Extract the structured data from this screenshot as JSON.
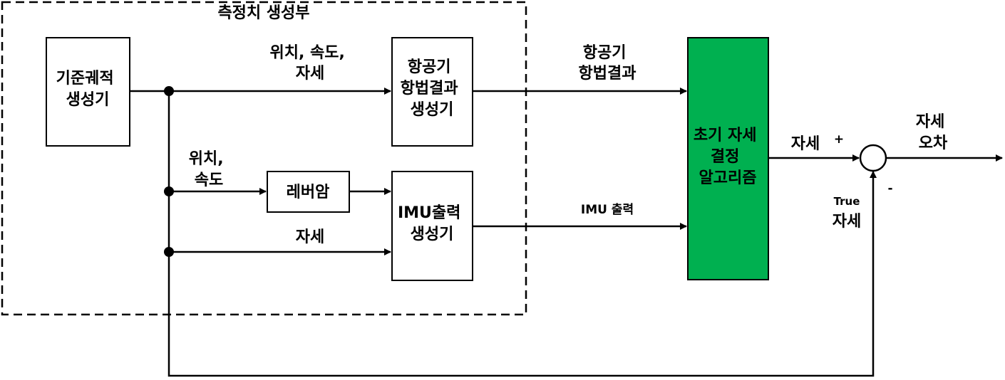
{
  "group_title": "측정치 생성부",
  "blocks": {
    "reference_generator": [
      "기준궤적",
      "생성기"
    ],
    "aircraft_nav_generator": [
      "항공기",
      "항법결과",
      "생성기"
    ],
    "lever_arm": [
      "레버암"
    ],
    "imu_generator": [
      "IMU출력",
      "생성기"
    ],
    "initial_attitude": [
      "초기 자세",
      "결정",
      "알고리즘"
    ]
  },
  "signals": {
    "pos_vel_att": [
      "위치, 속도,",
      "자세"
    ],
    "pos_vel": [
      "위치,",
      "속도"
    ],
    "attitude": [
      "자세"
    ],
    "aircraft_nav_result": [
      "항공기",
      "항법결과"
    ],
    "imu_output": [
      "IMU 출력"
    ],
    "est_attitude": [
      "자세"
    ],
    "plus_sign": "+",
    "minus_sign": "-",
    "true_label": "True",
    "true_attitude": [
      "자세"
    ],
    "attitude_error": [
      "자세",
      "오차"
    ]
  },
  "colors": {
    "algorithm_block_fill": "#00b050",
    "line": "#000000"
  }
}
